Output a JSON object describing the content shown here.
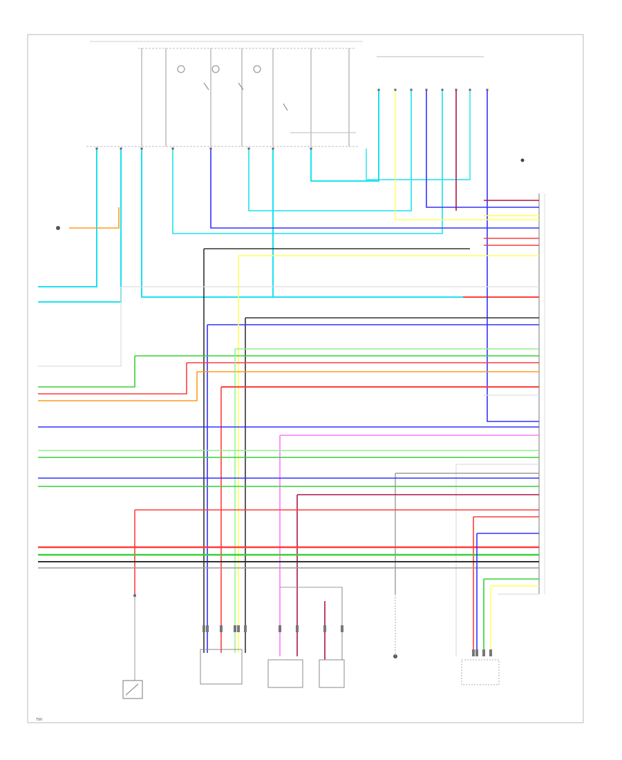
{
  "figure_code": "T9V",
  "colors": {
    "red": "#ff3b3b",
    "green": "#34d134",
    "blue": "#3030ff",
    "cyan": "#19e0f0",
    "yellow": "#ffff55",
    "orange": "#ff9a1a",
    "violet": "#c040ff",
    "pink": "#ff77ff",
    "gray": "#9a9a9a",
    "black": "#303030",
    "white_wire": "#dddddd",
    "dark_red": "#b01040",
    "light_green": "#8ef08e"
  },
  "icons": [
    "ground-symbol",
    "connector-block",
    "splice-point",
    "switch-symbol",
    "lamp-symbol"
  ]
}
